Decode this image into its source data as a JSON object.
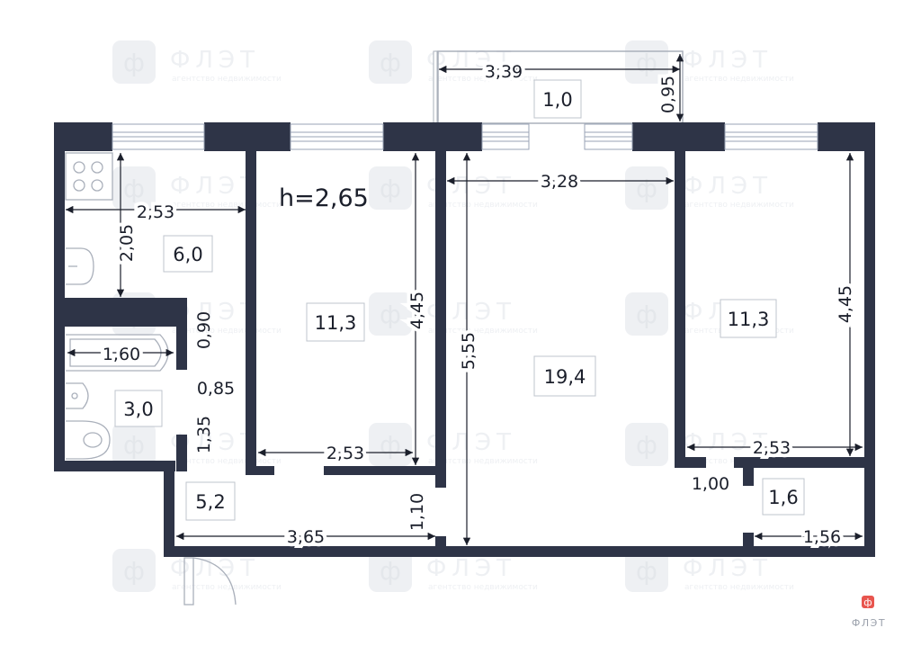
{
  "colors": {
    "wall": "#2e3447",
    "dim": "#1b1f2b",
    "window": "#9aa3b5",
    "room_box": "#bfc4cc",
    "watermark": "#eef0f3",
    "brand": "#e8554e"
  },
  "watermark": {
    "letter": "ф",
    "name": "ФЛЭТ",
    "tagline": "агентство недвижимости"
  },
  "ceiling": {
    "label": "h=2,65"
  },
  "rooms": [
    {
      "id": "kitchen",
      "area": "6,0"
    },
    {
      "id": "bathroom",
      "area": "3,0"
    },
    {
      "id": "hall",
      "area": "5,2"
    },
    {
      "id": "bedroom-left",
      "area": "11,3"
    },
    {
      "id": "living-room",
      "area": "19,4"
    },
    {
      "id": "bedroom-right",
      "area": "11,3"
    },
    {
      "id": "balcony",
      "area": "1,0"
    },
    {
      "id": "closet",
      "area": "1,6"
    }
  ],
  "dimensions": {
    "balcony_width": "3,39",
    "balcony_depth": "0,95",
    "kitchen_width": "2,53",
    "kitchen_depth": "2,05",
    "bath_wall": "0,90",
    "bath_width": "1,60",
    "bath_door": "0,85",
    "bath_lower": "1,35",
    "left_bedroom_depth": "4,45",
    "left_bedroom_width": "2,53",
    "living_width": "3,28",
    "living_depth": "5,55",
    "living_door": "1,10",
    "hall_length": "3,65",
    "right_bedroom_depth": "4,45",
    "right_bedroom_width": "2,53",
    "closet_door": "1,00",
    "closet_width": "1,56"
  },
  "footer_logo": {
    "name": "ФЛЭТ"
  }
}
